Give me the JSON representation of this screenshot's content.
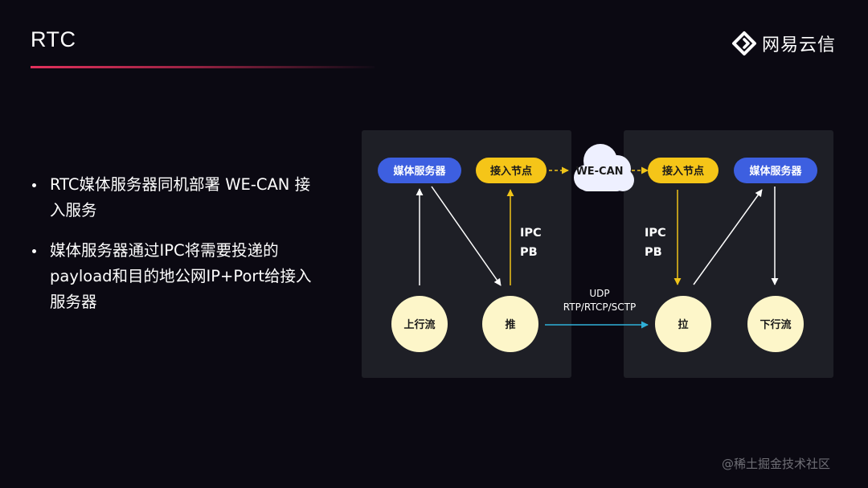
{
  "slide": {
    "title": "RTC",
    "brand": "网易云信",
    "bullets": [
      "RTC媒体服务器同机部署 WE-CAN 接入服务",
      "媒体服务器通过IPC将需要投递的payload和目的地公网IP+Port给接入服务器"
    ],
    "watermark": "@稀土掘金技术社区"
  },
  "diagram": {
    "left_panel": {
      "media_server": "媒体服务器",
      "access_node": "接入节点",
      "upstream": "上行流",
      "push": "推",
      "ipc_label": [
        "IPC",
        "PB"
      ]
    },
    "cloud": "WE-CAN",
    "right_panel": {
      "access_node": "接入节点",
      "media_server": "媒体服务器",
      "pull": "拉",
      "downstream": "下行流",
      "ipc_label": [
        "IPC",
        "PB"
      ]
    },
    "transport_label": [
      "UDP",
      "RTP/RTCP/SCTP"
    ],
    "colors": {
      "background": "#0b0912",
      "panel": "#1e1f26",
      "blue_pill": "#3d5fe0",
      "yellow_pill": "#f5c518",
      "circle": "#fdf6c9",
      "cloud": "#eef0ff",
      "yellow_arrow": "#f0c419",
      "cyan_arrow": "#2fb0d8",
      "white_arrow": "#ffffff",
      "accent": "#e2315c"
    }
  }
}
